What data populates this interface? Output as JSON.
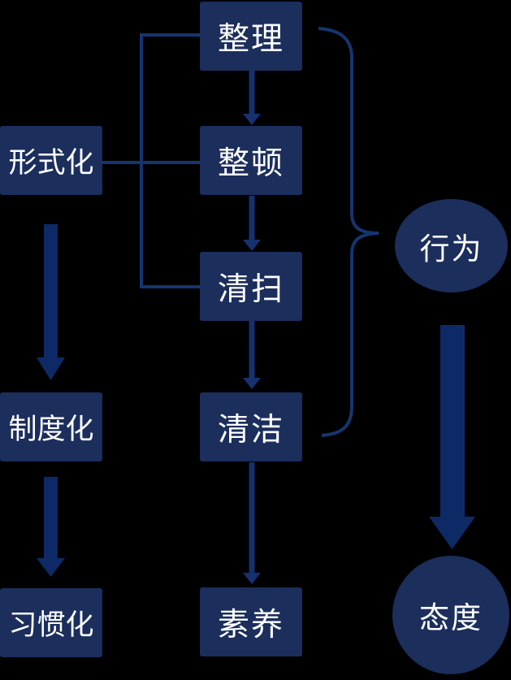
{
  "diagram": {
    "colors": {
      "background": "#000000",
      "node_fill": "#1b2e5c",
      "thick_arrow_fill": "#0d2a67",
      "connector_stroke": "#15356f",
      "text": "#ffffff"
    },
    "steps": [
      {
        "id": "sort",
        "label": "整理"
      },
      {
        "id": "set-in-order",
        "label": "整顿"
      },
      {
        "id": "shine",
        "label": "清扫"
      },
      {
        "id": "standardize",
        "label": "清洁"
      },
      {
        "id": "sustain",
        "label": "素养"
      }
    ],
    "phases": [
      {
        "id": "formalization",
        "label": "形式化"
      },
      {
        "id": "institutionalization",
        "label": "制度化"
      },
      {
        "id": "habituation",
        "label": "习惯化"
      }
    ],
    "outcomes": [
      {
        "id": "behavior",
        "label": "行为"
      },
      {
        "id": "attitude",
        "label": "态度"
      }
    ]
  }
}
